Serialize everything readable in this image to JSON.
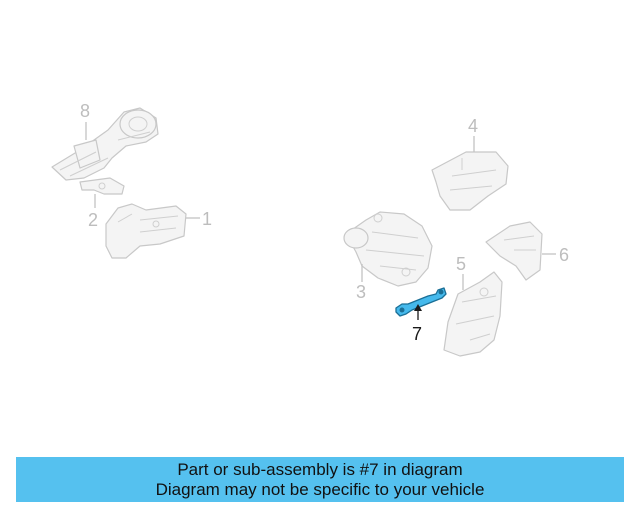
{
  "callouts": {
    "c1": "1",
    "c2": "2",
    "c3": "3",
    "c4": "4",
    "c5": "5",
    "c6": "6",
    "c7": "7",
    "c8": "8"
  },
  "highlighted_part": "7",
  "colors": {
    "highlight_fill": "#45b9ec",
    "banner_background": "#55c1ef",
    "ghost_part_stroke": "#c8c8c8"
  },
  "banner": {
    "line1": "Part or sub-assembly is #7 in diagram",
    "line2": "Diagram may not be specific to your vehicle"
  }
}
